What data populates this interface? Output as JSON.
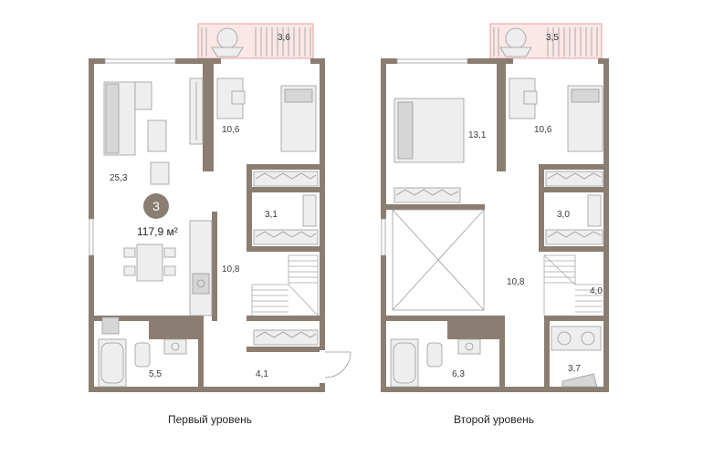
{
  "colors": {
    "wall": "#8a7d72",
    "badge": "#8a7d72",
    "balcony_fill": "#fbe7e7",
    "balcony_stroke": "#e08d8d",
    "furniture": "#eeeeee"
  },
  "apartment": {
    "rooms_count": "3",
    "total_area": "117,9 м²"
  },
  "levels": [
    {
      "caption": "Первый уровень",
      "areas": {
        "balcony": "3,6",
        "living": "25,3",
        "bedroom": "10,6",
        "wardrobe": "3,1",
        "kitchen": "10,8",
        "bathroom": "5,5",
        "hall": "4,1"
      }
    },
    {
      "caption": "Второй уровень",
      "areas": {
        "balcony": "3,5",
        "bedroom_master": "13,1",
        "bedroom": "10,6",
        "wardrobe": "3,0",
        "void": "10,8",
        "stairs": "4,0",
        "bathroom": "6,3",
        "laundry": "3,7"
      }
    }
  ]
}
